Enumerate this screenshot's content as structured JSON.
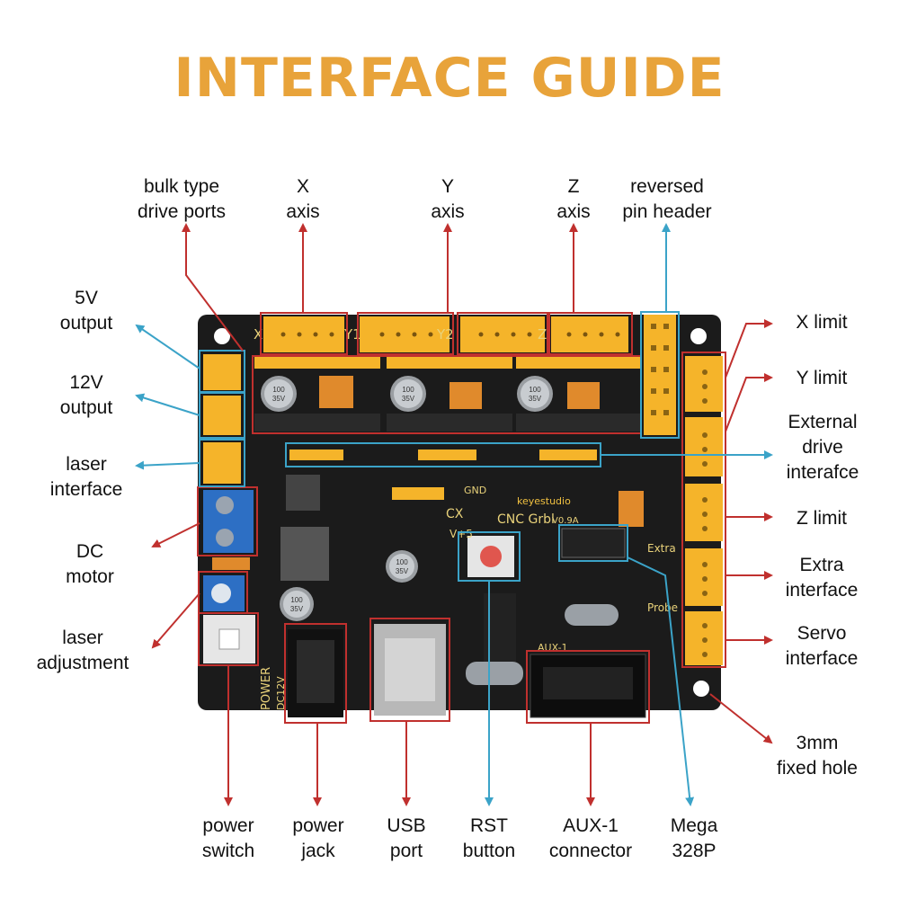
{
  "title": "INTERFACE GUIDE",
  "board": {
    "brand": "keyestudio",
    "model": "CNC  Grbl",
    "version": "V0.9A",
    "power_text": "POWER",
    "dc_text": "DC12V",
    "extra_text": "Extra",
    "probe_text": "Probe",
    "aux_text": "AUX-1",
    "cx_text": "CX",
    "gnd_text": "GND",
    "v5_text": "V+5",
    "x_text": "X",
    "y1_text": "Y1",
    "y2_text": "Y2",
    "z_text": "Z",
    "cap_text": "100\n35V"
  },
  "labels": {
    "bulk_drive": [
      "bulk type",
      "drive ports"
    ],
    "x_axis": [
      "X",
      "axis"
    ],
    "y_axis": [
      "Y",
      "axis"
    ],
    "z_axis": [
      "Z",
      "axis"
    ],
    "reversed_header": [
      "reversed",
      "pin header"
    ],
    "out_5v": [
      "5V",
      "output"
    ],
    "out_12v": [
      "12V",
      "output"
    ],
    "laser_interface": [
      "laser",
      "interface"
    ],
    "dc_motor": [
      "DC",
      "motor"
    ],
    "laser_adjustment": [
      "laser",
      "adjustment"
    ],
    "x_limit": [
      "X limit"
    ],
    "y_limit": [
      "Y limit"
    ],
    "external_drive": [
      "External",
      "drive",
      "interafce"
    ],
    "z_limit": [
      "Z limit"
    ],
    "extra_interface": [
      "Extra",
      "interface"
    ],
    "servo_interface": [
      "Servo",
      "interface"
    ],
    "fixed_hole": [
      "3mm",
      "fixed hole"
    ],
    "power_switch": [
      "power",
      "switch"
    ],
    "power_jack": [
      "power",
      "jack"
    ],
    "usb_port": [
      "USB",
      "port"
    ],
    "rst_button": [
      "RST",
      "button"
    ],
    "aux_connector": [
      "AUX-1",
      "connector"
    ],
    "mega": [
      "Mega",
      "328P"
    ]
  },
  "colors": {
    "title": "#e8a33a",
    "red_arrow": "#c0302e",
    "blue_arrow": "#3ba3c8",
    "board": "#1b1b1b",
    "header": "#f5b42a"
  }
}
